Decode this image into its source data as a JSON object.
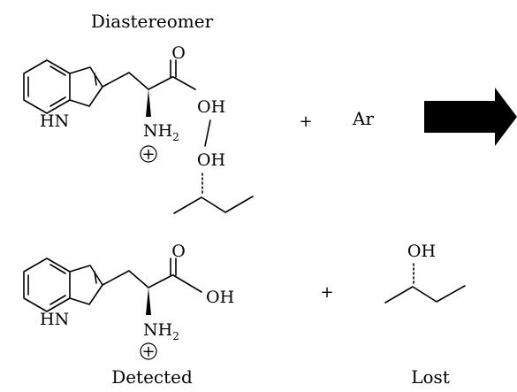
{
  "captions": {
    "top_label": "Diastereomer",
    "bottom_left_label": "Detected",
    "bottom_right_label": "Lost"
  },
  "reaction": {
    "plus_sign": "+",
    "reagent": "Ar",
    "arrow_icon": "right-arrow-icon"
  },
  "tryptophan": {
    "ring_nh": "HN",
    "carbonyl_o": "O",
    "hydroxyl": "OH",
    "hydroxyl_o": "O",
    "hydroxyl_h": "H",
    "amine_nh": "NH",
    "amine_subscript": "2",
    "charge": "+"
  },
  "butanol": {
    "hydroxyl": "OH"
  }
}
